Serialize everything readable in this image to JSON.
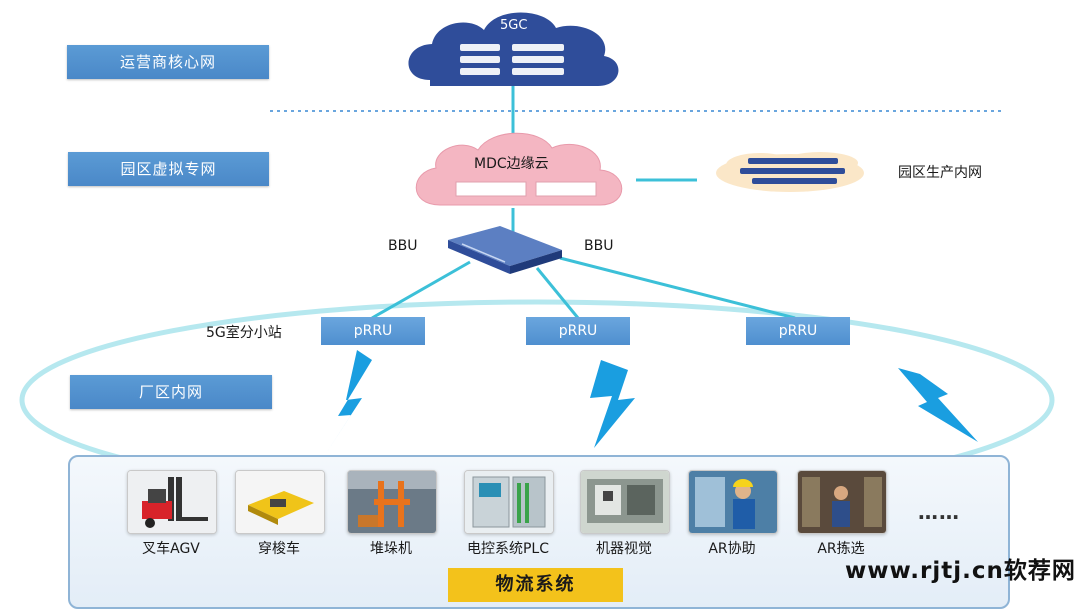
{
  "layers": {
    "operator_core": "运营商核心网",
    "park_vpn": "园区虚拟专网",
    "factory_net": "厂区内网"
  },
  "core": {
    "label": "5GC"
  },
  "edge": {
    "label": "MDC边缘云"
  },
  "park_intranet": {
    "label": "园区生产内网"
  },
  "bbu": {
    "left_label": "BBU",
    "right_label": "BBU"
  },
  "small_cell": {
    "label": "5G室分小站"
  },
  "prru": [
    "pRRU",
    "pRRU",
    "pRRU"
  ],
  "devices": [
    {
      "label": "叉车AGV",
      "icon": "forklift-agv-icon"
    },
    {
      "label": "穿梭车",
      "icon": "shuttle-car-icon"
    },
    {
      "label": "堆垛机",
      "icon": "stacker-crane-icon"
    },
    {
      "label": "电控系统PLC",
      "icon": "plc-cabinet-icon"
    },
    {
      "label": "机器视觉",
      "icon": "machine-vision-icon"
    },
    {
      "label": "AR协助",
      "icon": "ar-assist-icon"
    },
    {
      "label": "AR拣选",
      "icon": "ar-picking-icon"
    }
  ],
  "more": "……",
  "system": {
    "label": "物流系统"
  },
  "watermark": "www.rjtj.cn软荐网",
  "colors": {
    "accent_blue": "#5b9bd5",
    "cloud_navy": "#2f4d9a",
    "edge_pink": "#f4b6c2",
    "link_cyan": "#3cc0d8",
    "highlight_yellow": "#f3c21b"
  }
}
